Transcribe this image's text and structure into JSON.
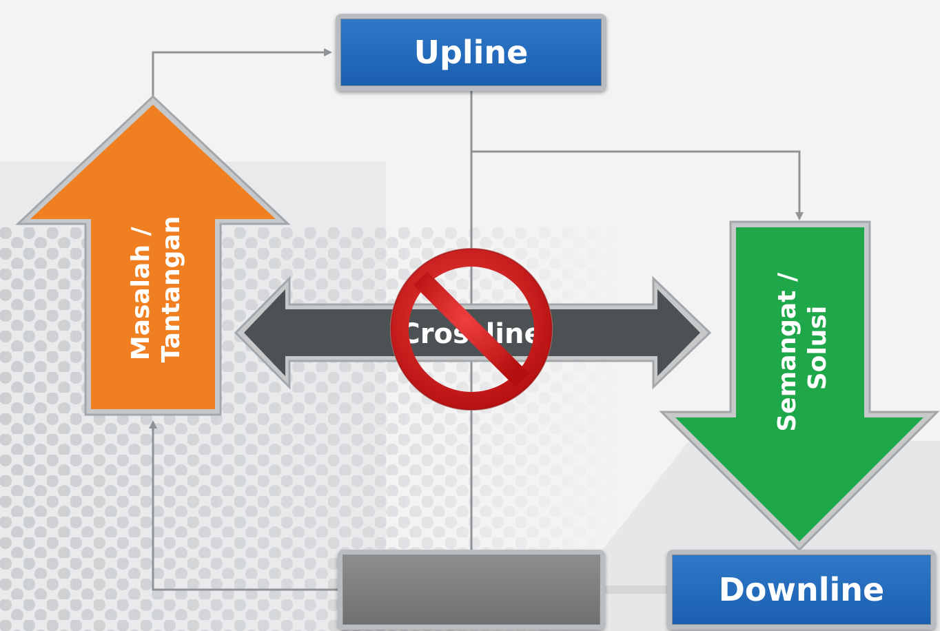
{
  "nodes": {
    "upline": "Upline",
    "downline": "Downline",
    "bottom_center": ""
  },
  "arrows": {
    "up": {
      "line1": "Masalah /",
      "line2": "Tantangan",
      "color": "#f07f22"
    },
    "down": {
      "line1": "Semangat /",
      "line2": "Solusi",
      "color": "#1fa84a"
    },
    "crossline": {
      "label": "Crossline",
      "color": "#4c5153"
    }
  },
  "colors": {
    "node_blue": "#1f64b6",
    "prohibition_red": "#d51d1d",
    "connector_gray": "#8f9396"
  }
}
